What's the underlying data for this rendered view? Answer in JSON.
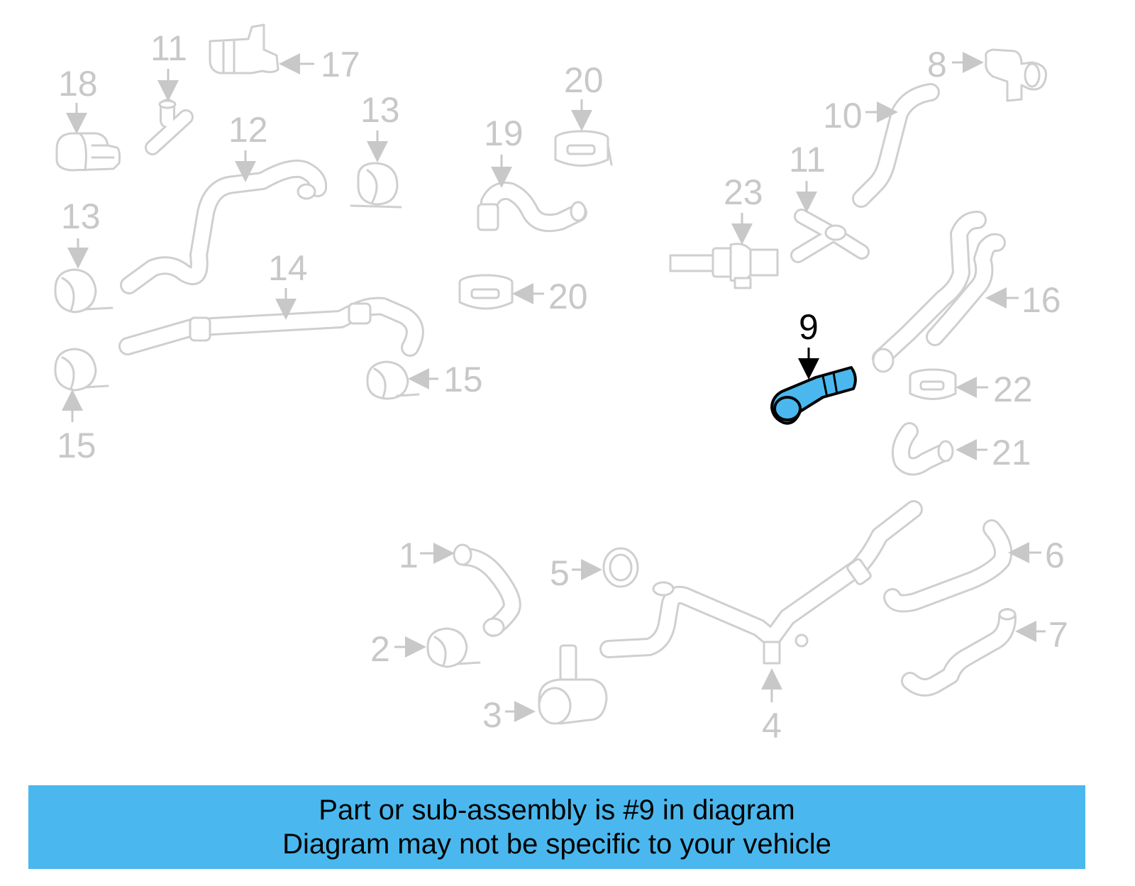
{
  "diagram": {
    "callouts": {
      "c1": "1",
      "c2": "2",
      "c3": "3",
      "c4": "4",
      "c5": "5",
      "c6": "6",
      "c7": "7",
      "c8": "8",
      "c9": "9",
      "c10": "10",
      "c11a": "11",
      "c11b": "11",
      "c12": "12",
      "c13a": "13",
      "c13b": "13",
      "c14": "14",
      "c15a": "15",
      "c15b": "15",
      "c16": "16",
      "c17": "17",
      "c18": "18",
      "c19": "19",
      "c20a": "20",
      "c20b": "20",
      "c21": "21",
      "c22": "22",
      "c23": "23"
    },
    "highlighted_part": "9",
    "colors": {
      "highlight": "#4ab8ee",
      "outline": "#cfcfcf",
      "label": "#c8c8c8"
    }
  },
  "banner": {
    "line1": "Part or sub-assembly is #9 in diagram",
    "line2": "Diagram may not be specific to your vehicle"
  }
}
